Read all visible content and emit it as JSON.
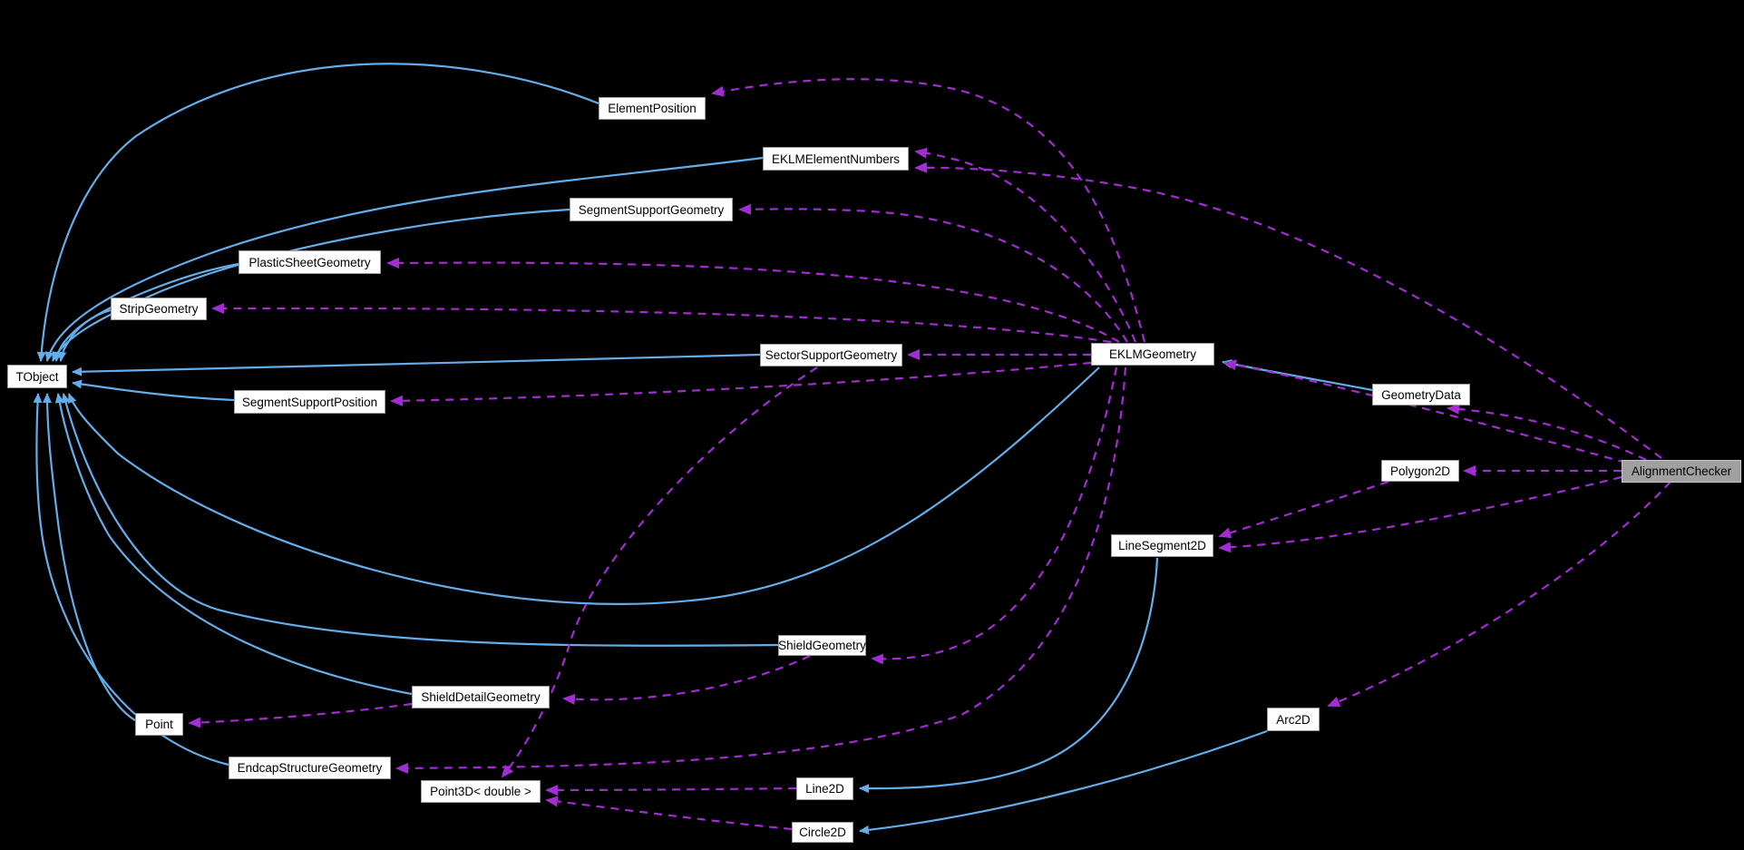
{
  "diagram": {
    "type": "collaboration-graph",
    "background_color": "#000000",
    "inheritance_edge_color": "#63aeea",
    "usage_edge_color": "#a32cd4",
    "highlighted_node": "AlignmentChecker",
    "nodes": [
      {
        "id": "TObject",
        "label": "TObject"
      },
      {
        "id": "ElementPosition",
        "label": "ElementPosition"
      },
      {
        "id": "EKLMElementNumbers",
        "label": "EKLMElementNumbers"
      },
      {
        "id": "SegmentSupportGeometry",
        "label": "SegmentSupportGeometry"
      },
      {
        "id": "PlasticSheetGeometry",
        "label": "PlasticSheetGeometry"
      },
      {
        "id": "StripGeometry",
        "label": "StripGeometry"
      },
      {
        "id": "SectorSupportGeometry",
        "label": "SectorSupportGeometry"
      },
      {
        "id": "EKLMGeometry",
        "label": "EKLMGeometry"
      },
      {
        "id": "SegmentSupportPosition",
        "label": "SegmentSupportPosition"
      },
      {
        "id": "GeometryData",
        "label": "GeometryData"
      },
      {
        "id": "Polygon2D",
        "label": "Polygon2D"
      },
      {
        "id": "AlignmentChecker",
        "label": "AlignmentChecker"
      },
      {
        "id": "LineSegment2D",
        "label": "LineSegment2D"
      },
      {
        "id": "ShieldGeometry",
        "label": "ShieldGeometry"
      },
      {
        "id": "ShieldDetailGeometry",
        "label": "ShieldDetailGeometry"
      },
      {
        "id": "Point",
        "label": "Point"
      },
      {
        "id": "EndcapStructureGeometry",
        "label": "EndcapStructureGeometry"
      },
      {
        "id": "Point3D",
        "label": "Point3D< double >"
      },
      {
        "id": "Arc2D",
        "label": "Arc2D"
      },
      {
        "id": "Line2D",
        "label": "Line2D"
      },
      {
        "id": "Circle2D",
        "label": "Circle2D"
      }
    ],
    "edges": [
      {
        "from": "ElementPosition",
        "to": "TObject",
        "type": "inheritance"
      },
      {
        "from": "EKLMElementNumbers",
        "to": "TObject",
        "type": "inheritance"
      },
      {
        "from": "SegmentSupportGeometry",
        "to": "TObject",
        "type": "inheritance"
      },
      {
        "from": "PlasticSheetGeometry",
        "to": "TObject",
        "type": "inheritance"
      },
      {
        "from": "StripGeometry",
        "to": "TObject",
        "type": "inheritance"
      },
      {
        "from": "SectorSupportGeometry",
        "to": "TObject",
        "type": "inheritance"
      },
      {
        "from": "EKLMGeometry",
        "to": "TObject",
        "type": "inheritance"
      },
      {
        "from": "SegmentSupportPosition",
        "to": "TObject",
        "type": "inheritance"
      },
      {
        "from": "ShieldGeometry",
        "to": "TObject",
        "type": "inheritance"
      },
      {
        "from": "ShieldDetailGeometry",
        "to": "TObject",
        "type": "inheritance"
      },
      {
        "from": "Point",
        "to": "TObject",
        "type": "inheritance"
      },
      {
        "from": "EndcapStructureGeometry",
        "to": "TObject",
        "type": "inheritance"
      },
      {
        "from": "GeometryData",
        "to": "EKLMGeometry",
        "type": "inheritance"
      },
      {
        "from": "LineSegment2D",
        "to": "Line2D",
        "type": "inheritance"
      },
      {
        "from": "Arc2D",
        "to": "Circle2D",
        "type": "inheritance"
      },
      {
        "from": "EKLMGeometry",
        "to": "ElementPosition",
        "type": "usage"
      },
      {
        "from": "EKLMGeometry",
        "to": "EKLMElementNumbers",
        "type": "usage"
      },
      {
        "from": "AlignmentChecker",
        "to": "EKLMElementNumbers",
        "type": "usage"
      },
      {
        "from": "EKLMGeometry",
        "to": "SegmentSupportGeometry",
        "type": "usage"
      },
      {
        "from": "EKLMGeometry",
        "to": "PlasticSheetGeometry",
        "type": "usage"
      },
      {
        "from": "EKLMGeometry",
        "to": "StripGeometry",
        "type": "usage"
      },
      {
        "from": "EKLMGeometry",
        "to": "SectorSupportGeometry",
        "type": "usage"
      },
      {
        "from": "EKLMGeometry",
        "to": "SegmentSupportPosition",
        "type": "usage"
      },
      {
        "from": "EKLMGeometry",
        "to": "ShieldGeometry",
        "type": "usage"
      },
      {
        "from": "EKLMGeometry",
        "to": "EndcapStructureGeometry",
        "type": "usage"
      },
      {
        "from": "ShieldGeometry",
        "to": "ShieldDetailGeometry",
        "type": "usage"
      },
      {
        "from": "ShieldDetailGeometry",
        "to": "Point",
        "type": "usage"
      },
      {
        "from": "SectorSupportGeometry",
        "to": "Point3D",
        "type": "usage"
      },
      {
        "from": "Line2D",
        "to": "Point3D",
        "type": "usage"
      },
      {
        "from": "Circle2D",
        "to": "Point3D",
        "type": "usage"
      },
      {
        "from": "Polygon2D",
        "to": "LineSegment2D",
        "type": "usage"
      },
      {
        "from": "AlignmentChecker",
        "to": "LineSegment2D",
        "type": "usage"
      },
      {
        "from": "AlignmentChecker",
        "to": "Polygon2D",
        "type": "usage"
      },
      {
        "from": "AlignmentChecker",
        "to": "GeometryData",
        "type": "usage"
      },
      {
        "from": "AlignmentChecker",
        "to": "EKLMGeometry",
        "type": "usage"
      },
      {
        "from": "AlignmentChecker",
        "to": "Arc2D",
        "type": "usage"
      }
    ]
  }
}
